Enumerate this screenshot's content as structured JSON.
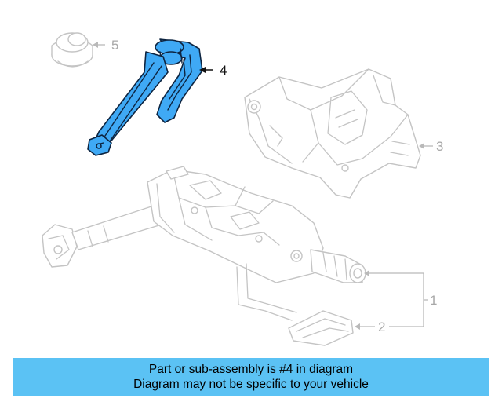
{
  "diagram": {
    "callouts": [
      {
        "number": "1",
        "highlighted": false
      },
      {
        "number": "2",
        "highlighted": false
      },
      {
        "number": "3",
        "highlighted": false
      },
      {
        "number": "4",
        "highlighted": true
      },
      {
        "number": "5",
        "highlighted": false
      }
    ],
    "highlight_color": "#3fa9f5",
    "ghost_color": "#c4c4c4"
  },
  "banner": {
    "line1": "Part or sub-assembly is #4 in diagram",
    "line2": "Diagram may not be specific to your vehicle",
    "background": "#5bc2f4"
  }
}
